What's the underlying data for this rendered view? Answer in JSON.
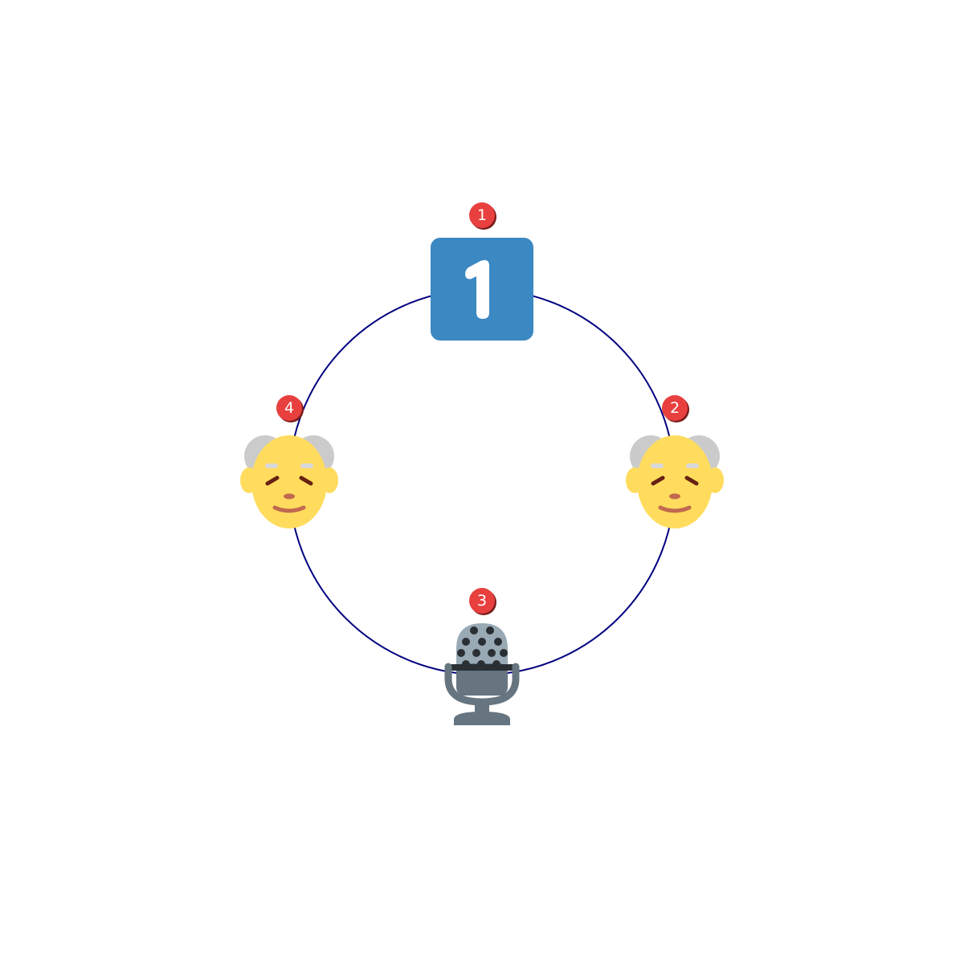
{
  "diagram": {
    "ring_color": "#000080",
    "badge_color": "#e8403e",
    "nodes": [
      {
        "order": "1",
        "icon": "keycap-digit-one-icon",
        "keycap_text": "1",
        "color": "#3b88c3"
      },
      {
        "order": "2",
        "icon": "old-man-face-icon",
        "color": "#ffdc5d"
      },
      {
        "order": "3",
        "icon": "studio-microphone-icon",
        "color": "#66757f"
      },
      {
        "order": "4",
        "icon": "old-man-face-icon",
        "color": "#ffdc5d"
      }
    ]
  }
}
